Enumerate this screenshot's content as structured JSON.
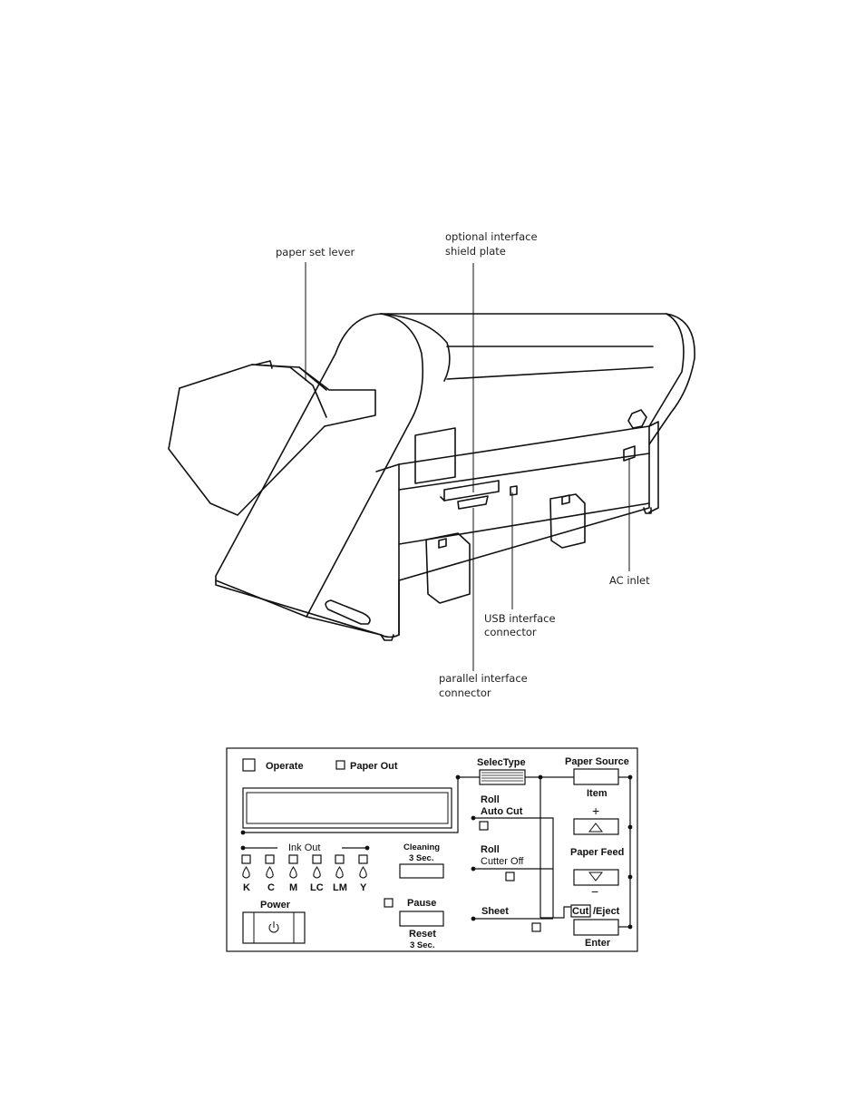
{
  "callouts": {
    "paper_set_lever": "paper set lever",
    "optional_interface_line1": "optional interface",
    "optional_interface_line2": "shield plate",
    "ac_inlet": "AC inlet",
    "usb_line1": "USB interface",
    "usb_line2": "connector",
    "parallel_line1": "parallel interface",
    "parallel_line2": "connector"
  },
  "panel": {
    "operate": "Operate",
    "paper_out": "Paper Out",
    "selectype": "SelecType",
    "paper_source": "Paper Source",
    "item": "Item",
    "roll_auto_cut_1": "Roll",
    "roll_auto_cut_2": "Auto Cut",
    "plus": "+",
    "paper_feed": "Paper Feed",
    "minus": "−",
    "ink_out": "Ink Out",
    "cleaning_1": "Cleaning",
    "cleaning_2": "3 Sec.",
    "roll_cutter_off_1": "Roll",
    "roll_cutter_off_2": "Cutter Off",
    "ink_colors": [
      "K",
      "C",
      "M",
      "LC",
      "LM",
      "Y"
    ],
    "power": "Power",
    "pause": "Pause",
    "reset_1": "Reset",
    "reset_2": "3 Sec.",
    "sheet": "Sheet",
    "cut": "Cut",
    "eject": "/Eject",
    "enter": "Enter"
  }
}
